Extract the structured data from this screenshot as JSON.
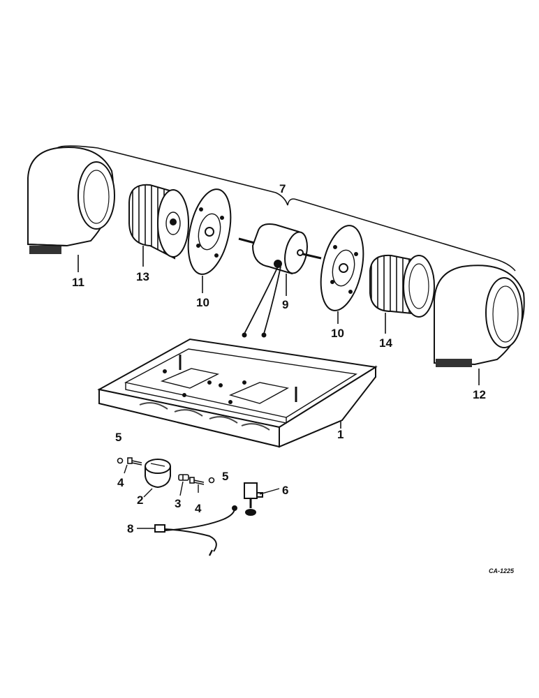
{
  "callouts": {
    "c1": "1",
    "c2": "2",
    "c3": "3",
    "c4a": "4",
    "c4b": "4",
    "c5a": "5",
    "c5b": "5",
    "c6": "6",
    "c7": "7",
    "c8": "8",
    "c9": "9",
    "c10a": "10",
    "c10b": "10",
    "c11": "11",
    "c12": "12",
    "c13": "13",
    "c14": "14"
  },
  "drawing_code": "CA-1225",
  "colors": {
    "line": "#111111",
    "background": "#ffffff",
    "shade": "#444444"
  }
}
